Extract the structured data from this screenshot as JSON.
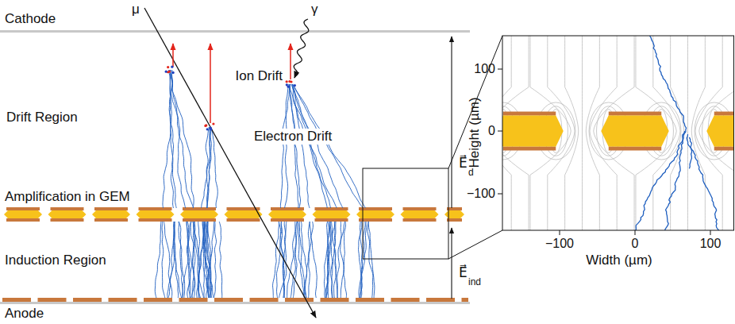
{
  "diagram": {
    "labels": [
      "Cathode",
      "μ",
      "γ",
      "Ion Drift",
      "Drift Region",
      "Electron Drift",
      "E⃗",
      "d",
      "Amplification in GEM",
      "Induction Region",
      "E⃗",
      "ind",
      "Anode",
      "100",
      "0",
      "−100",
      "−100",
      "0",
      "100",
      "Height (µm)",
      "Width (µm)"
    ]
  }
}
